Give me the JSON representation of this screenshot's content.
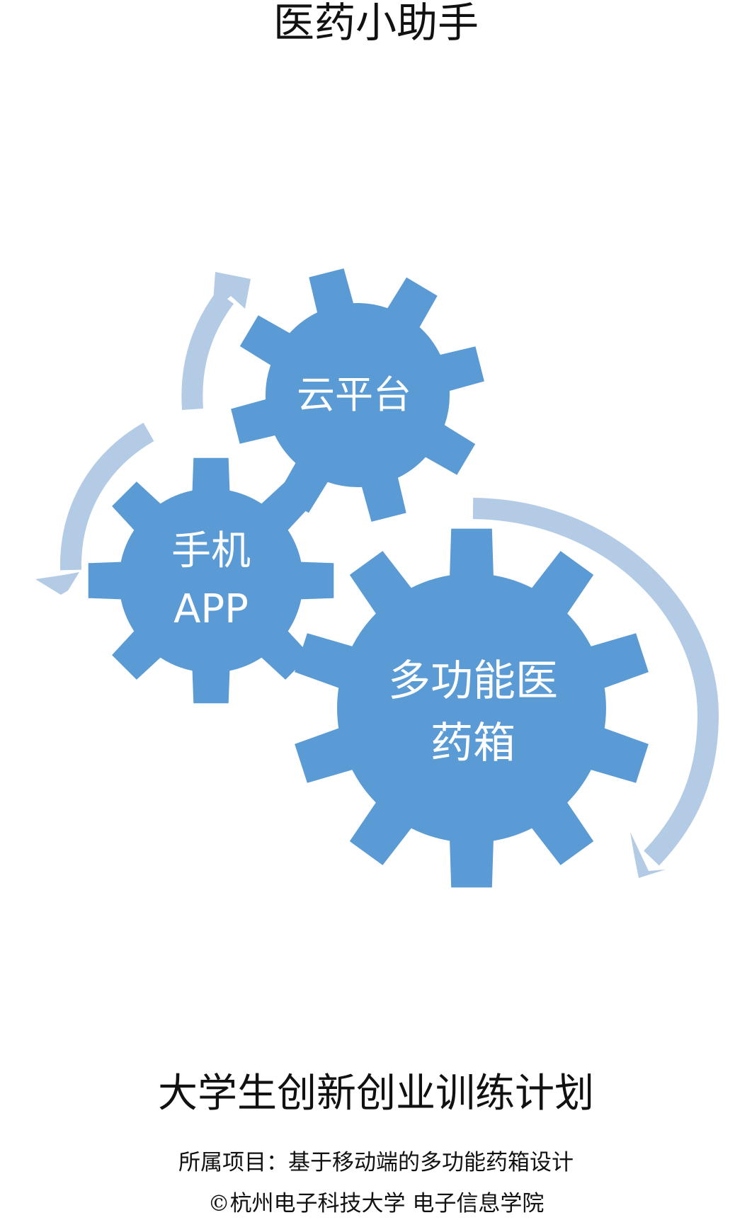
{
  "title": "医药小助手",
  "gears": {
    "cloud": {
      "label": "云平台"
    },
    "phone": {
      "label": "手机\nAPP"
    },
    "box": {
      "label": "多功能医\n药箱"
    }
  },
  "subtitle": "大学生创新创业训练计划",
  "project": "所属项目：基于移动端的多功能药箱设计",
  "copyright": "©杭州电子科技大学 电子信息学院",
  "colors": {
    "gear": "#5b9bd5",
    "arrow": "#b4cbe6",
    "gear_text": "#ffffff"
  }
}
